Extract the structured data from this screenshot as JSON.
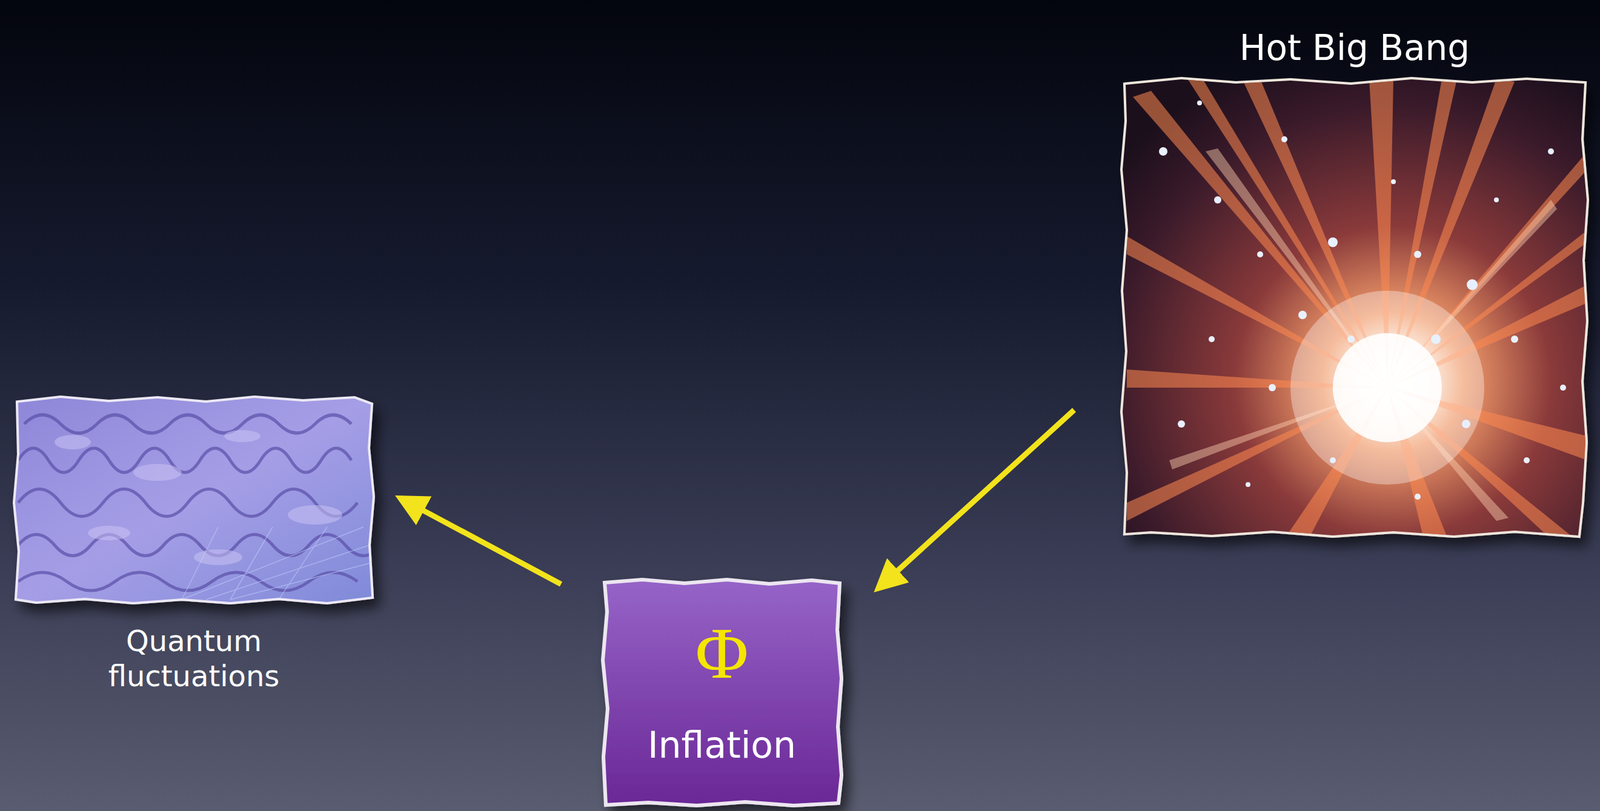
{
  "diagram": {
    "nodes": [
      {
        "text": [
          "Hot Big Bang"
        ]
      },
      {
        "text": [
          "Quantum fluctuations"
        ]
      },
      {
        "text": [
          "Φ",
          "Inflation"
        ]
      }
    ],
    "edges": [
      {
        "from": 0,
        "to": 2,
        "arrow": "to"
      },
      {
        "from": 2,
        "to": 1,
        "arrow": "to"
      }
    ]
  }
}
